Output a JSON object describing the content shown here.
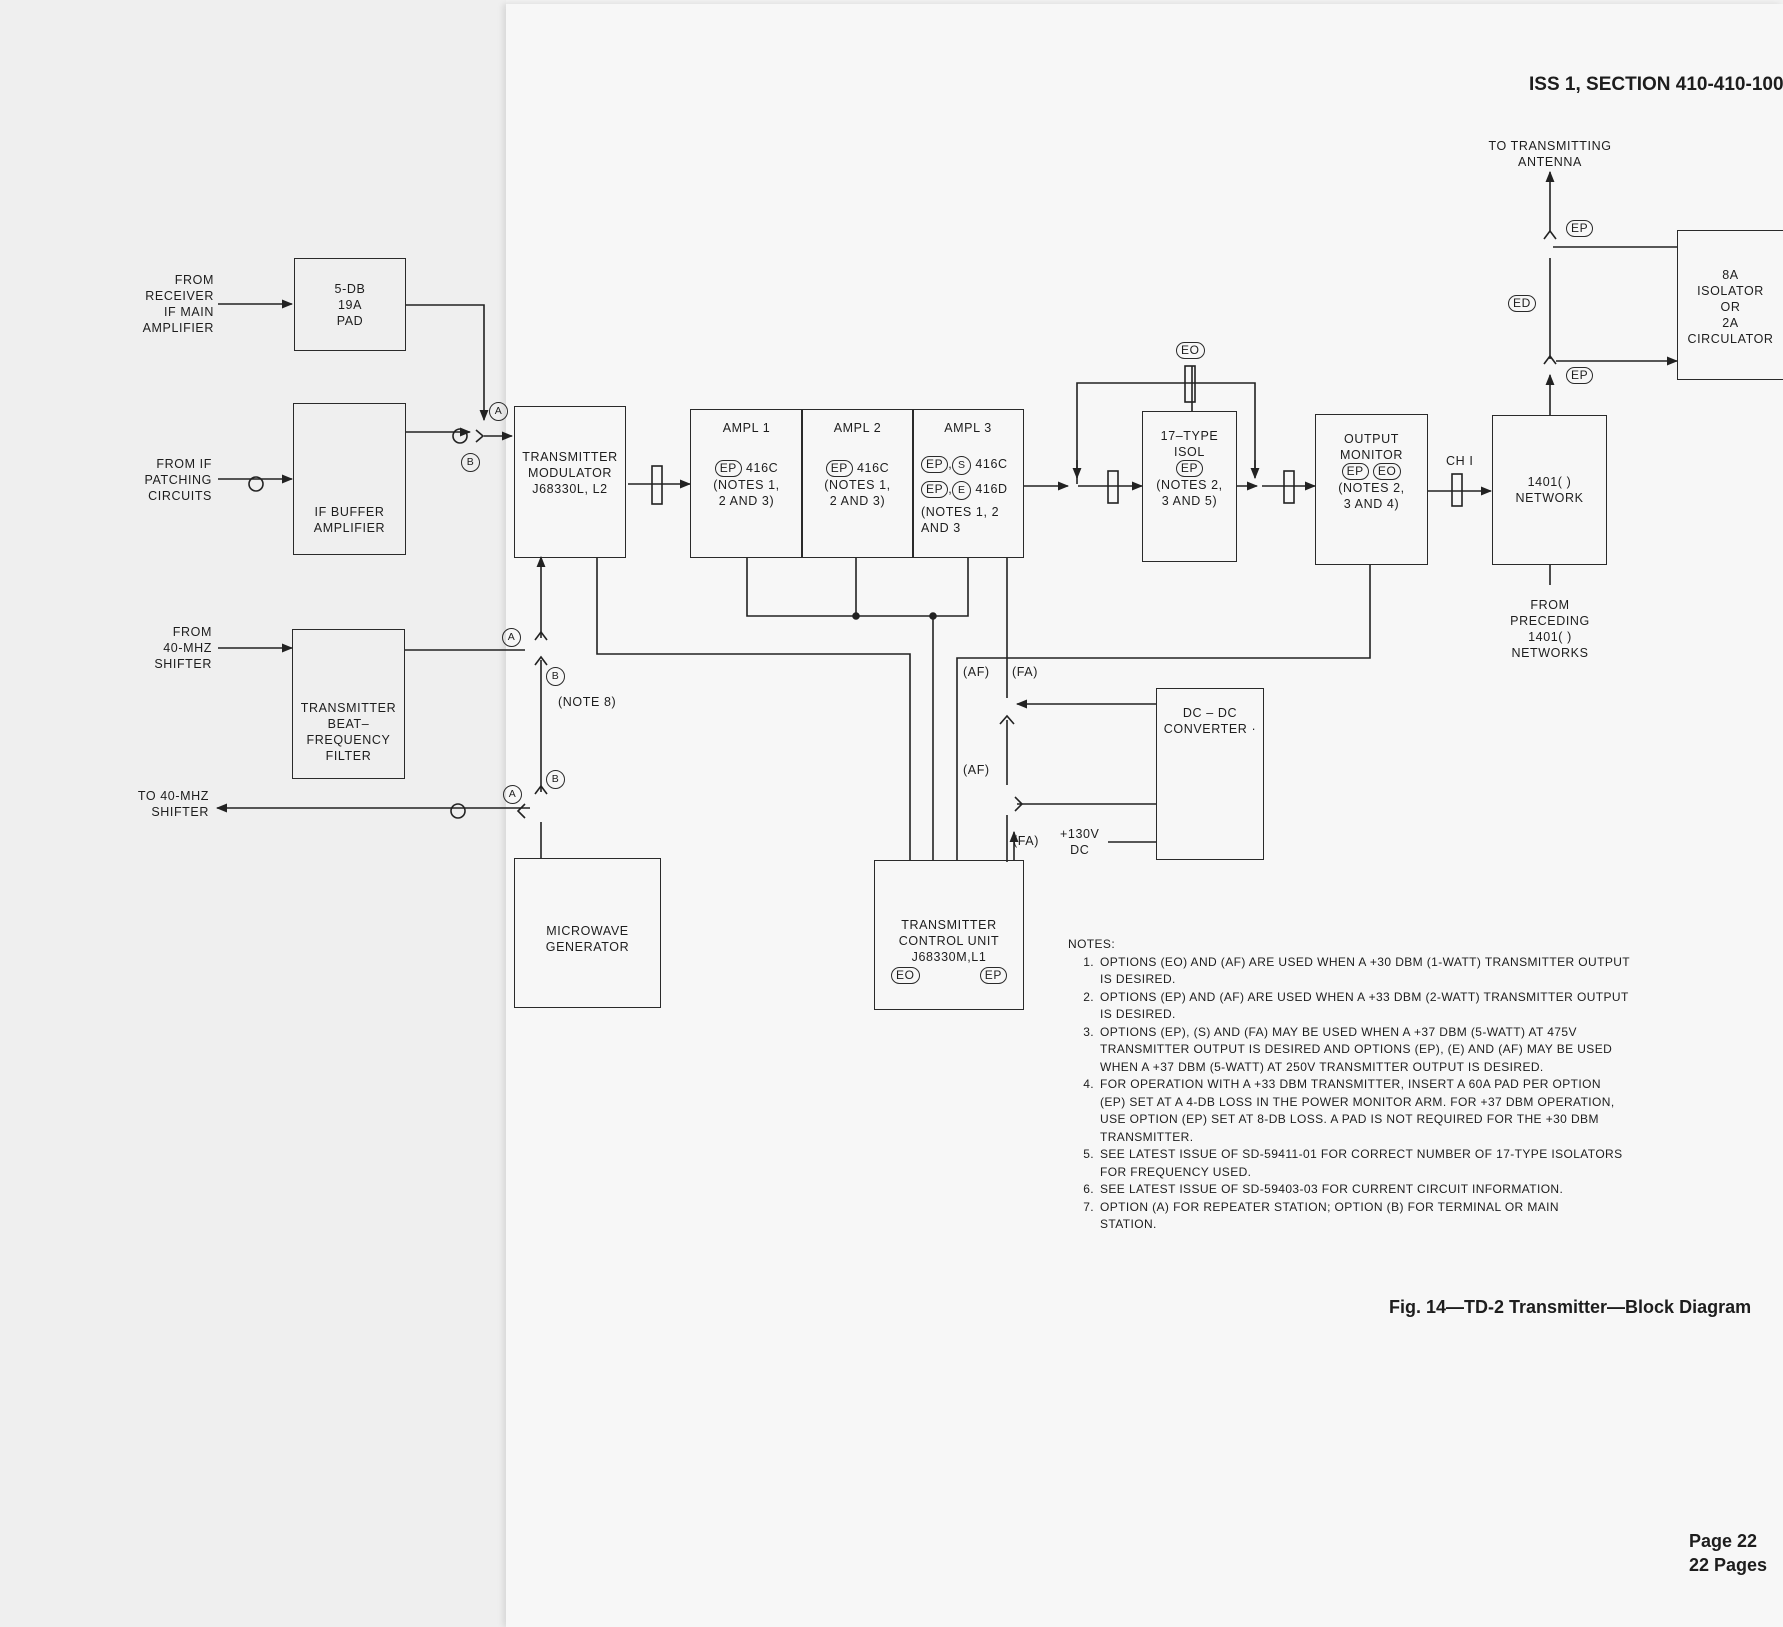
{
  "header": {
    "section": "ISS 1, SECTION 410-410-100"
  },
  "inputs": {
    "receiver": [
      "FROM",
      "RECEIVER",
      "IF MAIN",
      "AMPLIFIER"
    ],
    "patching": [
      "FROM IF",
      "PATCHING",
      "CIRCUITS"
    ],
    "shifter_in": [
      "FROM",
      "40-MHZ",
      "SHIFTER"
    ],
    "shifter_out": [
      "TO 40-MHZ",
      "SHIFTER"
    ],
    "antenna": [
      "TO TRANSMITTING",
      "ANTENNA"
    ],
    "preceding": [
      "FROM",
      "PRECEDING",
      "1401(  )",
      "NETWORKS"
    ]
  },
  "blocks": {
    "pad": [
      "5-DB",
      "19A",
      "PAD"
    ],
    "if_buffer": [
      "IF BUFFER",
      "AMPLIFIER"
    ],
    "beat_filter": [
      "TRANSMITTER",
      "BEAT–",
      "FREQUENCY",
      "FILTER"
    ],
    "microwave": [
      "MICROWAVE",
      "GENERATOR"
    ],
    "modulator": [
      "TRANSMITTER",
      "MODULATOR",
      "J68330L, L2"
    ],
    "ampl1": {
      "title": "AMPL 1",
      "opt": "EP",
      "tube": "416C",
      "notes": [
        "(NOTES 1,",
        "2 AND 3)"
      ]
    },
    "ampl2": {
      "title": "AMPL 2",
      "opt": "EP",
      "tube": "416C",
      "notes": [
        "(NOTES 1,",
        "2 AND 3)"
      ]
    },
    "ampl3": {
      "title": "AMPL 3",
      "row1_opts": [
        "EP",
        "S"
      ],
      "row1_tube": "416C",
      "row2_opts": [
        "EP",
        "E"
      ],
      "row2_tube": "416D",
      "notes": [
        "(NOTES 1, 2",
        "AND 3"
      ]
    },
    "isolator": {
      "title": [
        "17–TYPE",
        "ISOL"
      ],
      "opt": "EP",
      "notes": [
        "(NOTES 2,",
        "3 AND 5)"
      ]
    },
    "output_monitor": {
      "title": [
        "OUTPUT",
        "MONITOR"
      ],
      "opts": [
        "EP",
        "EO"
      ],
      "notes": [
        "(NOTES 2,",
        "3 AND 4)"
      ]
    },
    "network": [
      "1401(  )",
      "NETWORK"
    ],
    "circulator": [
      "8A",
      "ISOLATOR",
      "OR",
      "2A",
      "CIRCULATOR"
    ],
    "dcdc": [
      "DC – DC",
      "CONVERTER ·"
    ],
    "control": {
      "title": [
        "TRANSMITTER",
        "CONTROL UNIT",
        "J68330M,L1"
      ],
      "opts": [
        "EO",
        "EP"
      ]
    }
  },
  "labels": {
    "opt_a": "A",
    "opt_b": "B",
    "note8": "(NOTE 8)",
    "af": "(AF)",
    "fa": "(FA)",
    "eo": "EO",
    "ep": "EP",
    "ed": "ED",
    "ch1": "CH I",
    "v130": [
      "+130V",
      "DC"
    ]
  },
  "notes": {
    "heading": "NOTES:",
    "items": [
      {
        "num": "1.",
        "lines": [
          "OPTIONS (EO) AND (AF) ARE USED WHEN A +30 DBM (1-WATT) TRANSMITTER OUTPUT",
          "IS DESIRED."
        ]
      },
      {
        "num": "2.",
        "lines": [
          "OPTIONS (EP) AND (AF) ARE USED WHEN A +33 DBM (2-WATT) TRANSMITTER OUTPUT",
          "IS DESIRED."
        ]
      },
      {
        "num": "3.",
        "lines": [
          "OPTIONS (EP), (S) AND (FA) MAY BE USED WHEN A +37 DBM (5-WATT) AT 475V",
          "TRANSMITTER OUTPUT IS DESIRED AND OPTIONS (EP), (E) AND (AF) MAY BE USED",
          "WHEN A +37 DBM (5-WATT) AT 250V TRANSMITTER OUTPUT IS DESIRED."
        ]
      },
      {
        "num": "4.",
        "lines": [
          "FOR OPERATION WITH A +33 DBM TRANSMITTER, INSERT A 60A PAD PER OPTION",
          "(EP) SET AT A 4-DB LOSS IN THE POWER MONITOR ARM. FOR +37 DBM OPERATION,",
          "USE OPTION (EP) SET AT 8-DB LOSS. A PAD IS NOT REQUIRED FOR THE +30 DBM",
          "TRANSMITTER."
        ]
      },
      {
        "num": "5.",
        "lines": [
          "SEE LATEST ISSUE OF SD-59411-01 FOR CORRECT NUMBER OF 17-TYPE ISOLATORS",
          "FOR FREQUENCY USED."
        ]
      },
      {
        "num": "6.",
        "lines": [
          "SEE LATEST ISSUE OF SD-59403-03 FOR CURRENT CIRCUIT INFORMATION."
        ]
      },
      {
        "num": "7.",
        "lines": [
          "OPTION (A) FOR REPEATER STATION; OPTION (B) FOR TERMINAL OR MAIN",
          "STATION."
        ]
      }
    ]
  },
  "caption": "Fig. 14—TD-2 Transmitter—Block Diagram",
  "footer": {
    "page": "Page 22",
    "pages": "22 Pages"
  }
}
